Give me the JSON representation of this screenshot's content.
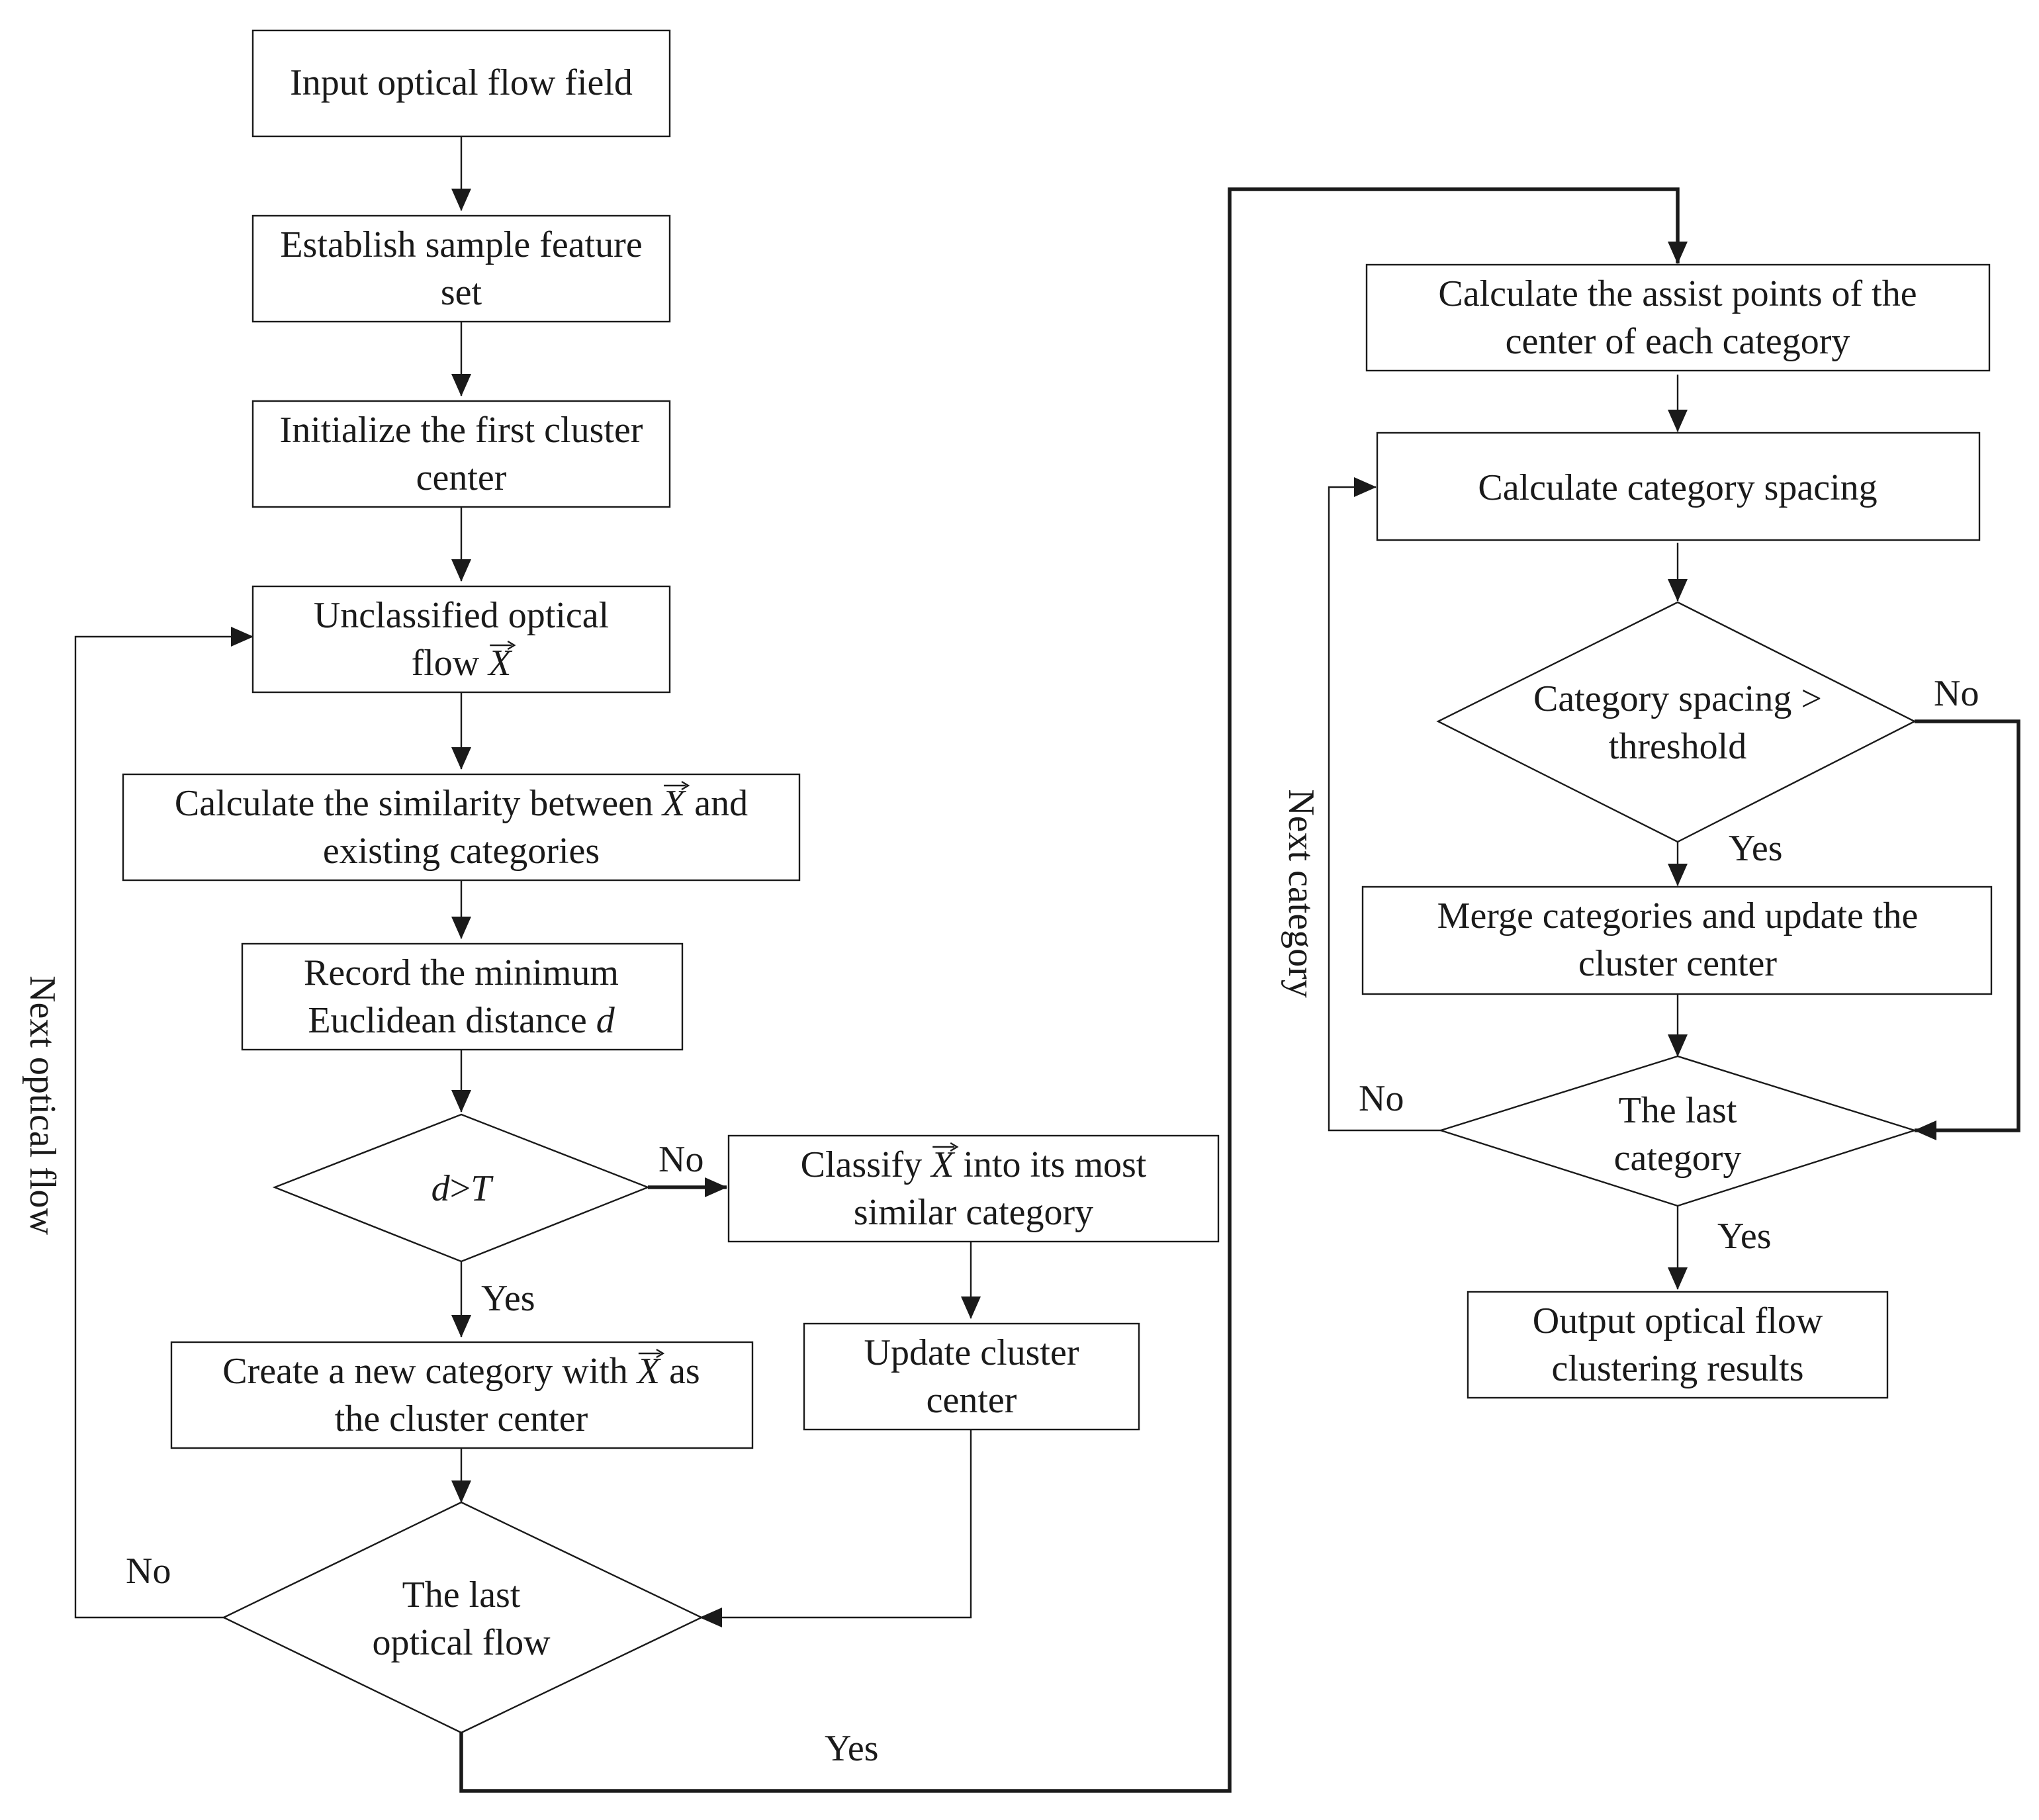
{
  "nodes": {
    "input": {
      "lines": [
        "Input optical flow field"
      ]
    },
    "establish": {
      "lines": [
        "Establish sample feature",
        "set"
      ]
    },
    "init": {
      "lines": [
        "Initialize the first cluster",
        "center"
      ]
    },
    "unclassified": {
      "line1": "Unclassified optical",
      "line2_prefix": "flow ",
      "var": "X"
    },
    "similarity": {
      "line1_prefix": "Calculate the similarity between ",
      "var": "X",
      "line1_suffix": " and",
      "line2": "existing categories"
    },
    "record": {
      "line1": "Record the minimum",
      "line2_prefix": "Euclidean distance ",
      "var": "d"
    },
    "decision_d": {
      "lhs": "d",
      "op": ">",
      "rhs": "T"
    },
    "classify": {
      "line1_prefix": "Classify ",
      "var": "X",
      "line1_suffix": " into its most",
      "line2": "similar category"
    },
    "create": {
      "line1_prefix": "Create a new category with ",
      "var": "X",
      "line1_suffix": " as",
      "line2": "the cluster center"
    },
    "update": {
      "lines": [
        "Update cluster",
        "center"
      ]
    },
    "last_flow": {
      "lines": [
        "The last",
        "optical flow"
      ]
    },
    "assist": {
      "lines": [
        "Calculate the assist points of the",
        "center of each category"
      ]
    },
    "spacing": {
      "lines": [
        "Calculate category spacing"
      ]
    },
    "spacing_check": {
      "lines": [
        "Category spacing >",
        "threshold"
      ]
    },
    "merge": {
      "lines": [
        "Merge categories and update the",
        "cluster center"
      ]
    },
    "last_category": {
      "lines": [
        "The last",
        "category"
      ]
    },
    "output": {
      "lines": [
        "Output optical flow",
        "clustering results"
      ]
    }
  },
  "edge_labels": {
    "d_no": "No",
    "d_yes": "Yes",
    "flow_no": "No",
    "flow_yes": "Yes",
    "next_flow": "Next optical flow",
    "spacing_no": "No",
    "spacing_yes": "Yes",
    "category_no": "No",
    "category_yes": "Yes",
    "next_category": "Next category"
  }
}
